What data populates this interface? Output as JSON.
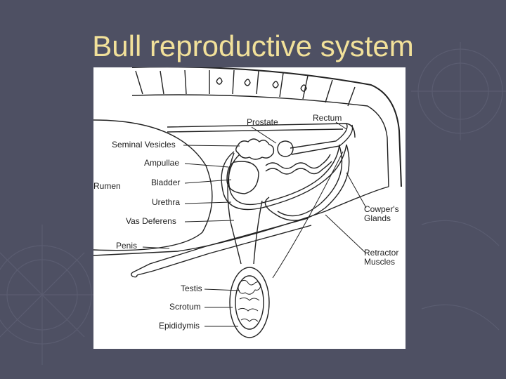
{
  "slide": {
    "title": "Bull reproductive system",
    "background_color": "#4e5063",
    "title_color": "#f2e19a"
  },
  "diagram": {
    "labels": {
      "prostate": "Prostate",
      "rectum": "Rectum",
      "seminal_vesicles": "Seminal Vesicles",
      "ampullae": "Ampullae",
      "rumen": "Rumen",
      "bladder": "Bladder",
      "urethra": "Urethra",
      "vas_deferens": "Vas Deferens",
      "penis": "Penis",
      "testis": "Testis",
      "scrotum": "Scrotum",
      "epididymis": "Epididymis",
      "cowpers_glands": "Cowper's Glands",
      "retractor_muscles": "Retractor Muscles"
    }
  }
}
